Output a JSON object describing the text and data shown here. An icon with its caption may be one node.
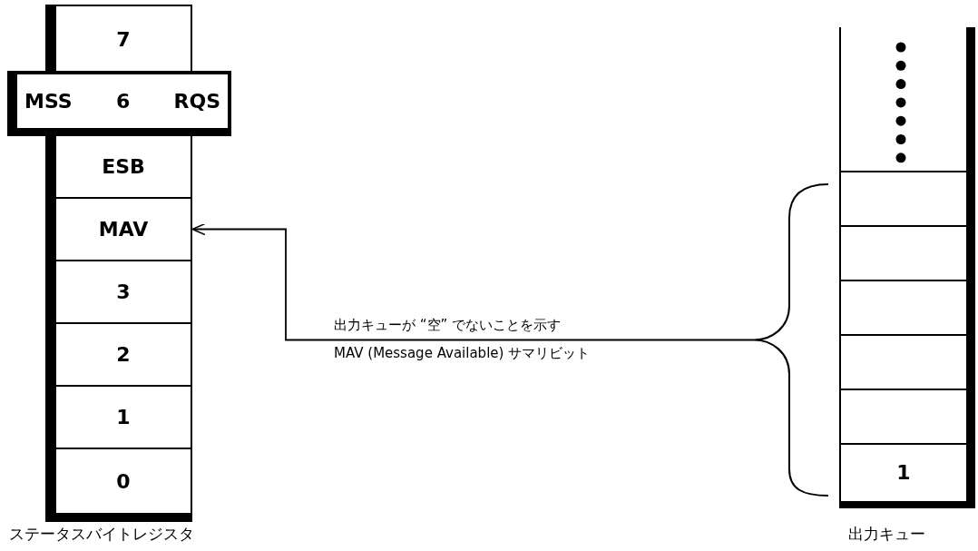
{
  "diagram": {
    "nodes": [
      {
        "text": [
          "7"
        ]
      },
      {
        "text": [
          "MSS",
          "6",
          "RQS"
        ]
      },
      {
        "text": [
          "ESB"
        ]
      },
      {
        "text": [
          "MAV"
        ]
      },
      {
        "text": [
          "3"
        ]
      },
      {
        "text": [
          "2"
        ]
      },
      {
        "text": [
          "1"
        ]
      },
      {
        "text": [
          "0"
        ]
      },
      {
        "text": [],
        "shape": "brace"
      },
      {
        "text": [],
        "shape": "box",
        "beside": [
          "出力キュー"
        ]
      },
      {
        "text": [],
        "shape": "box",
        "in": 9
      },
      {
        "text": [],
        "shape": "box",
        "in": 9
      },
      {
        "text": [],
        "shape": "box",
        "in": 9
      },
      {
        "text": [],
        "shape": "box",
        "in": 9
      },
      {
        "text": [],
        "shape": "box",
        "in": 9
      },
      {
        "text": [
          "1"
        ],
        "in": 9
      }
    ],
    "edges": [
      {
        "from": 8,
        "to": 3,
        "arrow": "to",
        "label": "出力キューが “空” でないことを示す MAV (Message Available) サマリビット"
      }
    ],
    "labels": [
      "ステータスバイトレジスタ"
    ]
  }
}
